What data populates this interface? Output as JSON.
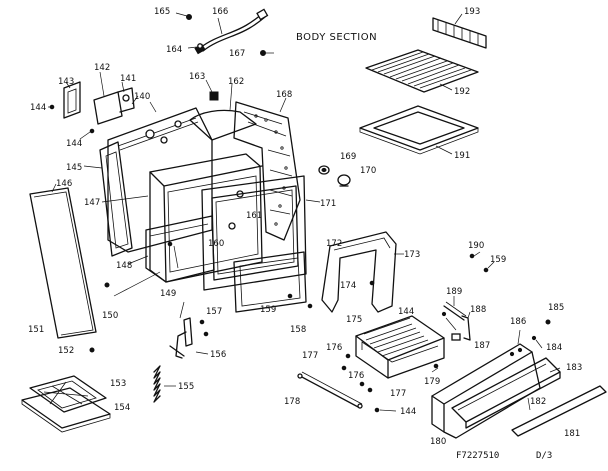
{
  "diagram": {
    "title": "BODY SECTION",
    "code": "F7227510",
    "page": "D/3"
  },
  "labels": [
    {
      "id": "l165",
      "text": "165"
    },
    {
      "id": "l166",
      "text": "166"
    },
    {
      "id": "l164",
      "text": "164"
    },
    {
      "id": "l167",
      "text": "167"
    },
    {
      "id": "l193",
      "text": "193"
    },
    {
      "id": "l192",
      "text": "192"
    },
    {
      "id": "l191",
      "text": "191"
    },
    {
      "id": "l143",
      "text": "143"
    },
    {
      "id": "l142",
      "text": "142"
    },
    {
      "id": "l141",
      "text": "141"
    },
    {
      "id": "l144a",
      "text": "144"
    },
    {
      "id": "l144b",
      "text": "144"
    },
    {
      "id": "l140",
      "text": "140"
    },
    {
      "id": "l163",
      "text": "163"
    },
    {
      "id": "l162",
      "text": "162"
    },
    {
      "id": "l168",
      "text": "168"
    },
    {
      "id": "l145",
      "text": "145"
    },
    {
      "id": "l146",
      "text": "146"
    },
    {
      "id": "l147",
      "text": "147"
    },
    {
      "id": "l169",
      "text": "169"
    },
    {
      "id": "l170",
      "text": "170"
    },
    {
      "id": "l171",
      "text": "171"
    },
    {
      "id": "l161",
      "text": "161"
    },
    {
      "id": "l160",
      "text": "160"
    },
    {
      "id": "l148",
      "text": "148"
    },
    {
      "id": "l149",
      "text": "149"
    },
    {
      "id": "l150",
      "text": "150"
    },
    {
      "id": "l151",
      "text": "151"
    },
    {
      "id": "l152",
      "text": "152"
    },
    {
      "id": "l159a",
      "text": "159"
    },
    {
      "id": "l158",
      "text": "158"
    },
    {
      "id": "l172",
      "text": "172"
    },
    {
      "id": "l173",
      "text": "173"
    },
    {
      "id": "l174",
      "text": "174"
    },
    {
      "id": "l190",
      "text": "190"
    },
    {
      "id": "l159b",
      "text": "159"
    },
    {
      "id": "l189",
      "text": "189"
    },
    {
      "id": "l188",
      "text": "188"
    },
    {
      "id": "l144c",
      "text": "144"
    },
    {
      "id": "l175",
      "text": "175"
    },
    {
      "id": "l185",
      "text": "185"
    },
    {
      "id": "l186",
      "text": "186"
    },
    {
      "id": "l187",
      "text": "187"
    },
    {
      "id": "l184",
      "text": "184"
    },
    {
      "id": "l157",
      "text": "157"
    },
    {
      "id": "l156",
      "text": "156"
    },
    {
      "id": "l177a",
      "text": "177"
    },
    {
      "id": "l176a",
      "text": "176"
    },
    {
      "id": "l183",
      "text": "183"
    },
    {
      "id": "l176b",
      "text": "176"
    },
    {
      "id": "l177b",
      "text": "177"
    },
    {
      "id": "l179",
      "text": "179"
    },
    {
      "id": "l153",
      "text": "153"
    },
    {
      "id": "l155",
      "text": "155"
    },
    {
      "id": "l154",
      "text": "154"
    },
    {
      "id": "l178",
      "text": "178"
    },
    {
      "id": "l144d",
      "text": "144"
    },
    {
      "id": "l182",
      "text": "182"
    },
    {
      "id": "l180",
      "text": "180"
    },
    {
      "id": "l181",
      "text": "181"
    }
  ]
}
